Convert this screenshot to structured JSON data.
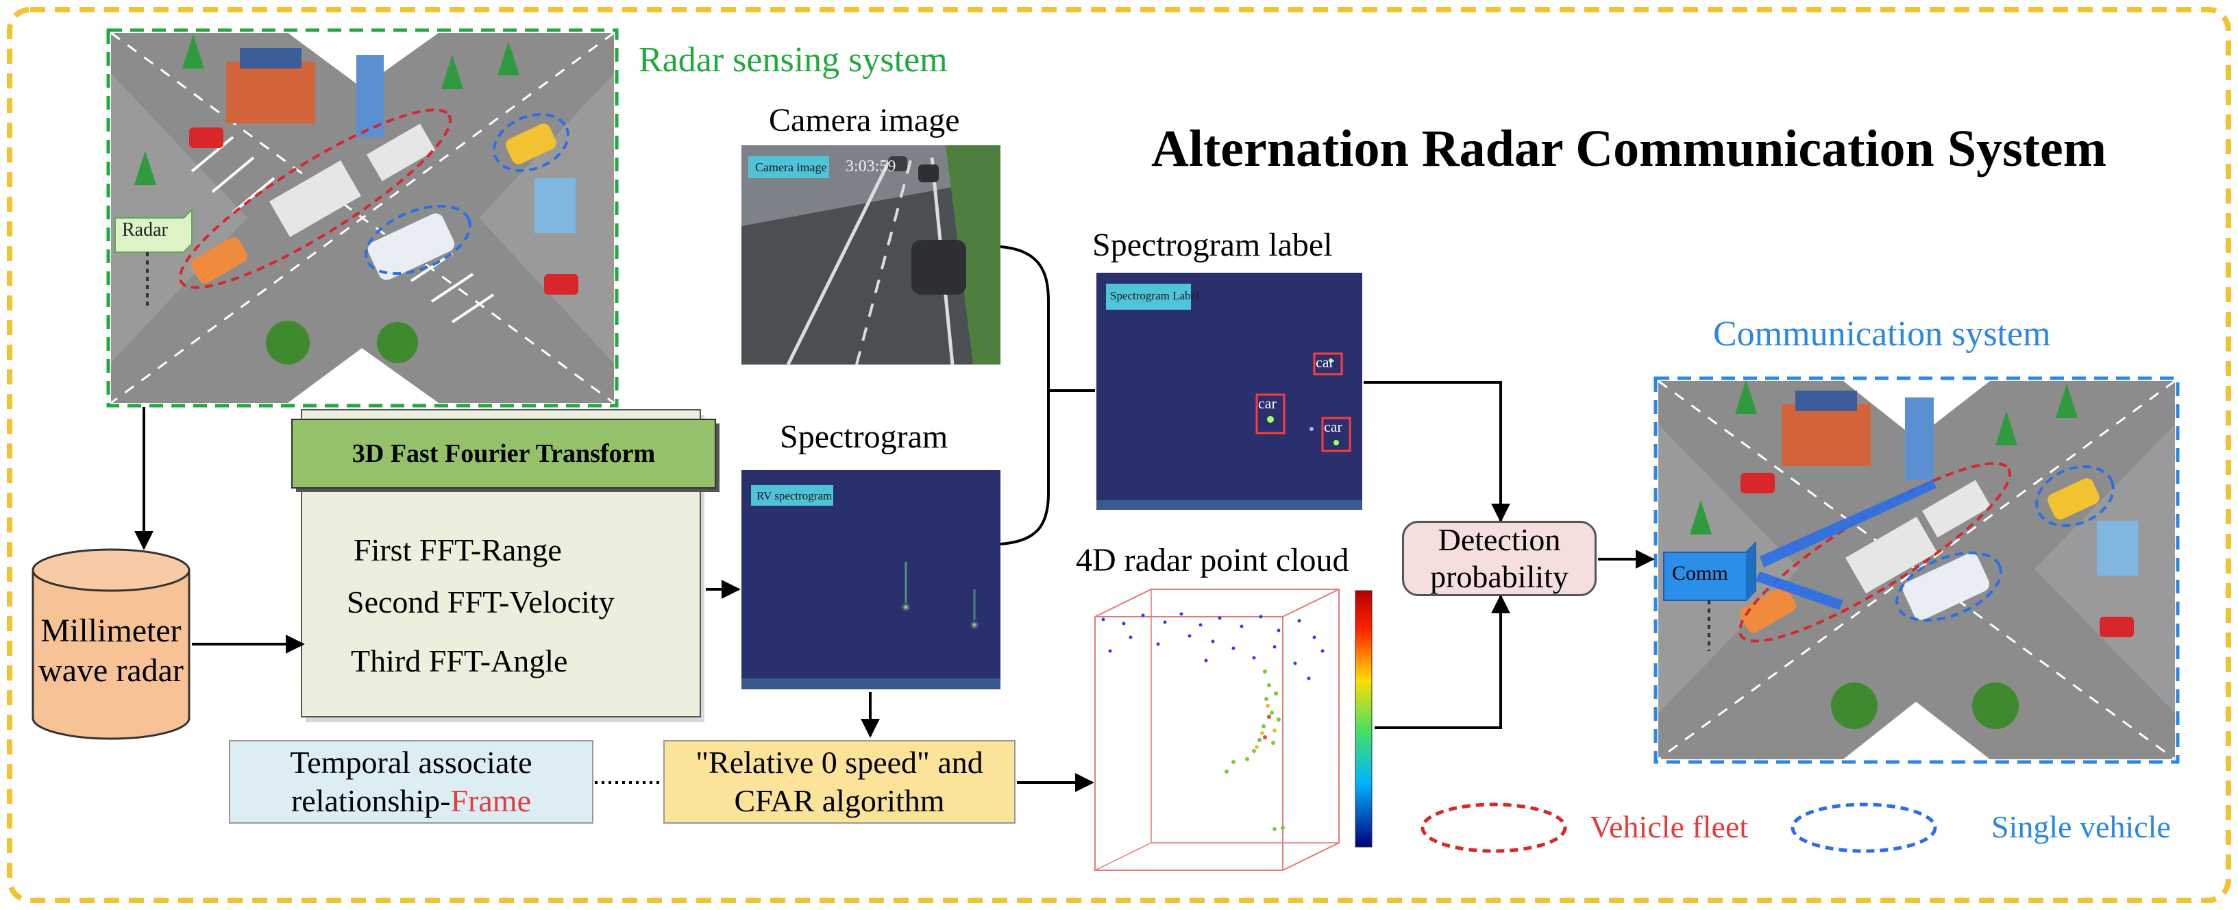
{
  "title": "Alternation Radar Communication System",
  "radar_section": {
    "title": "Radar sensing system",
    "radar_tag": "Radar"
  },
  "comm_section": {
    "title": "Communication system",
    "comm_tag": "Comm"
  },
  "millimeter_radar": {
    "line1": "Millimeter",
    "line2": "wave radar"
  },
  "fft": {
    "header": "3D Fast Fourier Transform",
    "items": [
      "First FFT-Range",
      "Second FFT-Velocity",
      "Third FFT-Angle"
    ]
  },
  "camera": {
    "caption": "Camera image",
    "tag": "Camera image",
    "timestamp": "3:03:59"
  },
  "spectrogram": {
    "caption": "Spectrogram",
    "tag": "RV spectrogram"
  },
  "spectrogram_label": {
    "caption": "Spectrogram label",
    "tag": "Spectrogram Label",
    "detections": [
      "car",
      "car",
      "car"
    ]
  },
  "point_cloud": {
    "caption": "4D radar point cloud"
  },
  "detection": {
    "line1": "Detection",
    "line2": "probability"
  },
  "temporal": {
    "line1": "Temporal associate",
    "line2_prefix": "relationship-",
    "line2_highlight": "Frame"
  },
  "cfar": {
    "line1": "\"Relative 0 speed\" and",
    "line2": "CFAR algorithm"
  },
  "legend": {
    "fleet": "Vehicle fleet",
    "single": "Single vehicle"
  },
  "colors": {
    "frame_dash": "#f2c230",
    "radar_box": "#1faa3c",
    "comm_box": "#2b86e6",
    "fft_header": "#94c16a",
    "fft_body": "#ebf0dc",
    "cylinder": "#f7c396",
    "temporal_box": "#dceef4",
    "cfar_box": "#fbe39a",
    "detection_box": "#f4dede",
    "spectrogram_bg": "#2a2f6e"
  }
}
